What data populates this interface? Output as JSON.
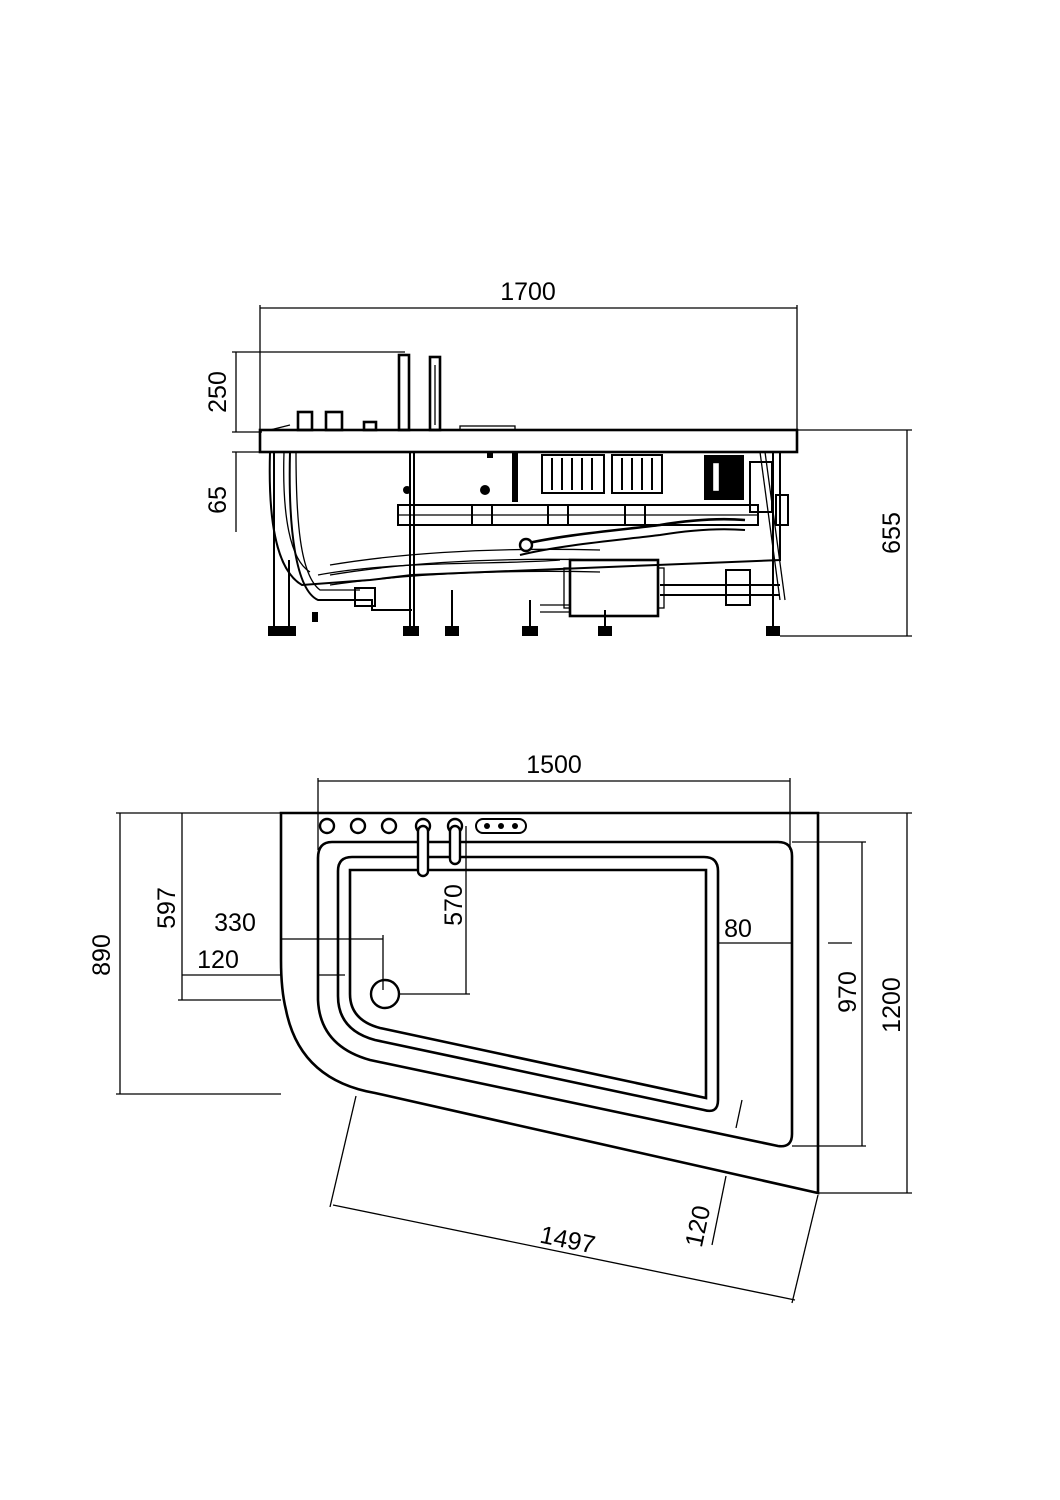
{
  "side_view": {
    "length": "1700",
    "mixer_height": "250",
    "rim_height": "65",
    "total_height": "655"
  },
  "top_view": {
    "width_top": "1500",
    "depth_left": "890",
    "drain_from_top": "597",
    "drain_from_left": "330",
    "step_left": "120",
    "mixer_to_drain": "570",
    "rim_right": "80",
    "inner_depth_right": "970",
    "depth_right": "1200",
    "front_length": "1497",
    "front_rim": "120"
  }
}
